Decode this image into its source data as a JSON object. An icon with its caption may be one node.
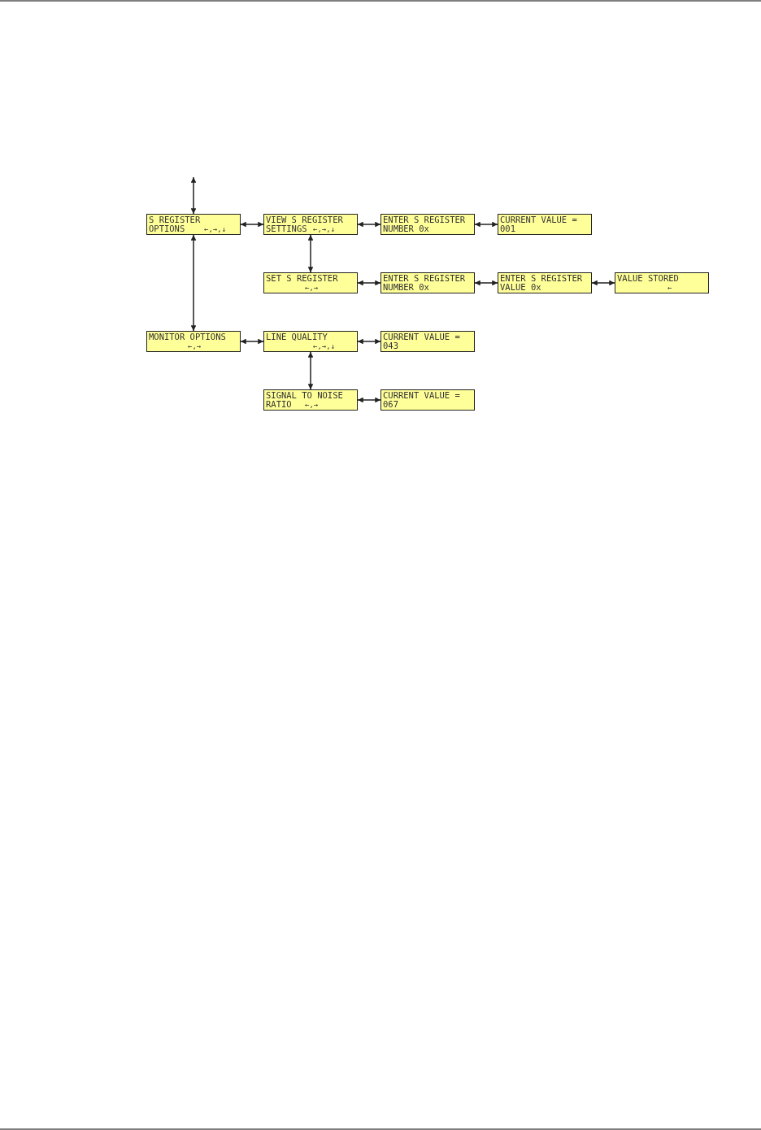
{
  "diagram": {
    "nodes": [
      {
        "text": [
          "S REGISTER OPTIONS",
          "←,→,↓"
        ]
      },
      {
        "text": [
          "VIEW S REGISTER SETTINGS",
          "←,→,↓"
        ]
      },
      {
        "text": [
          "ENTER S REGISTER NUMBER 0x"
        ]
      },
      {
        "text": [
          "CURRENT VALUE = 001"
        ]
      },
      {
        "text": [
          "SET S REGISTER",
          "←,→"
        ]
      },
      {
        "text": [
          "ENTER S REGISTER NUMBER 0x"
        ]
      },
      {
        "text": [
          "ENTER S REGISTER VALUE 0x"
        ]
      },
      {
        "text": [
          "VALUE STORED",
          "←"
        ]
      },
      {
        "text": [
          "MONITOR OPTIONS",
          "←,→"
        ]
      },
      {
        "text": [
          "LINE QUALITY",
          "←,→,↓"
        ]
      },
      {
        "text": [
          "CURRENT VALUE = 043"
        ]
      },
      {
        "text": [
          "SIGNAL TO NOISE RATIO",
          "←,→"
        ]
      },
      {
        "text": [
          "CURRENT VALUE = 067"
        ]
      }
    ],
    "edges": [
      {
        "from": null,
        "to": 0,
        "arrow": "both"
      },
      {
        "from": 0,
        "to": 1,
        "arrow": "both"
      },
      {
        "from": 1,
        "to": 2,
        "arrow": "both"
      },
      {
        "from": 2,
        "to": 3,
        "arrow": "both"
      },
      {
        "from": 1,
        "to": 4,
        "arrow": "both"
      },
      {
        "from": 4,
        "to": 5,
        "arrow": "both"
      },
      {
        "from": 5,
        "to": 6,
        "arrow": "both"
      },
      {
        "from": 6,
        "to": 7,
        "arrow": "both"
      },
      {
        "from": 0,
        "to": 8,
        "arrow": "both"
      },
      {
        "from": 8,
        "to": 9,
        "arrow": "both"
      },
      {
        "from": 9,
        "to": 10,
        "arrow": "both"
      },
      {
        "from": 9,
        "to": 11,
        "arrow": "both"
      },
      {
        "from": 11,
        "to": 12,
        "arrow": "both"
      }
    ]
  }
}
